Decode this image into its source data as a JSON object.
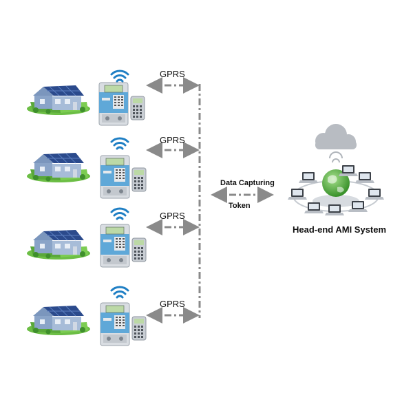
{
  "links": [
    {
      "label": "GPRS"
    },
    {
      "label": "GPRS"
    },
    {
      "label": "GPRS"
    },
    {
      "label": "GPRS"
    }
  ],
  "flow": {
    "upper": "Data Capturing",
    "lower": "Token"
  },
  "system": {
    "title": "Head-end AMI System"
  },
  "colors": {
    "house_wall": "#8aa4c8",
    "roof": "#2b4a8c",
    "grass": "#6cbe45",
    "meter_body": "#d9dde2",
    "meter_panel": "#5fa8d8",
    "wifi": "#1f7fc4",
    "dashed_link": "#8a8a8a",
    "globe": "#3ea635",
    "cloud": "#b8bcc2"
  },
  "icons": [
    "house-icon",
    "smart-meter-icon",
    "keypad-icon",
    "wifi-icon",
    "cloud-icon",
    "globe-icon",
    "computer-icon"
  ]
}
